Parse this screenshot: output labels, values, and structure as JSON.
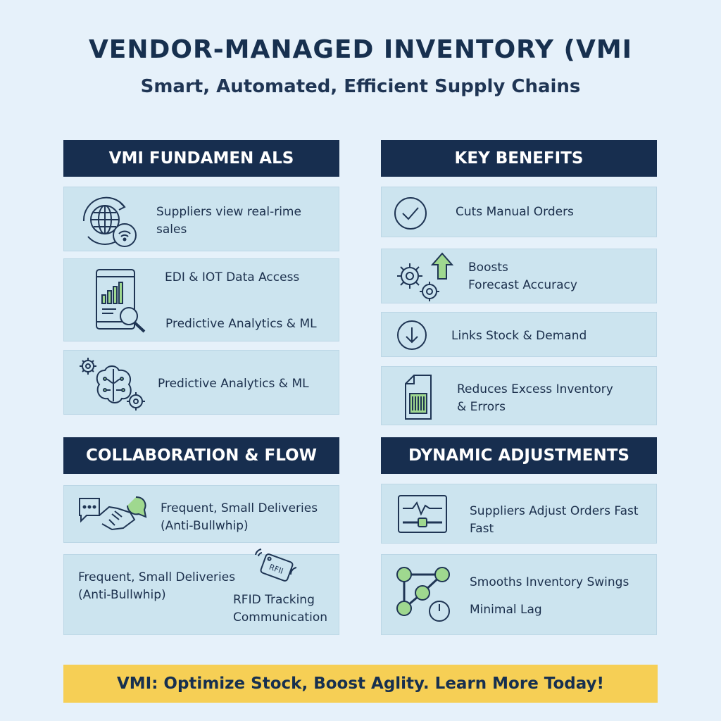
{
  "title": "VENDOR-MANAGED INVENTORY (VMI",
  "subtitle": "Smart, Automated, Efficient Supply Chains",
  "sections": {
    "fundamentals": {
      "header": "VMI FUNDAMEN ALS",
      "cards": [
        {
          "icon": "globe-wifi-icon",
          "lines": [
            "Suppliers view real-rime",
            "sales"
          ]
        },
        {
          "icon": "tablet-analytics-icon",
          "lines": [
            "EDI & IOT Data Access",
            "Predictive Analytics & ML"
          ]
        },
        {
          "icon": "brain-gears-icon",
          "lines": [
            "Predictive Analytics & ML"
          ]
        }
      ]
    },
    "benefits": {
      "header": "KEY BENEFITS",
      "cards": [
        {
          "icon": "check-circle-icon",
          "lines": [
            "Cuts Manual Orders"
          ]
        },
        {
          "icon": "gears-up-arrow-icon",
          "lines": [
            "Boosts",
            "Forecast Accuracy"
          ]
        },
        {
          "icon": "down-arrow-circle-icon",
          "lines": [
            "Links Stock & Demand"
          ]
        },
        {
          "icon": "document-barcode-icon",
          "lines": [
            "Reduces Excess Inventory",
            "& Errors"
          ]
        }
      ]
    },
    "collaboration": {
      "header": "COLLABORATION & FLOW",
      "cards": [
        {
          "icon": "handshake-chat-icon",
          "lines": [
            "Frequent, Small Deliveries",
            "(Anti-Bullwhip)"
          ]
        },
        {
          "icon": "rfid-tag-icon",
          "lines": [
            "Frequent, Small Deliveries",
            "(Anti-Bullwhip)"
          ],
          "rfid_label": "RFII",
          "lines2": [
            "RFID Tracking",
            "Communication"
          ]
        }
      ]
    },
    "dynamic": {
      "header": "DYNAMIC ADJUSTMENTS",
      "cards": [
        {
          "icon": "monitor-slider-icon",
          "lines": [
            "Suppliers Adjust Orders Fast",
            "Fast"
          ]
        },
        {
          "icon": "network-clock-icon",
          "lines": [
            "Smooths Inventory Swings",
            "Minimal Lag"
          ]
        }
      ]
    }
  },
  "footer": "VMI: Optimize Stock, Boost Aglity. Learn More Today!",
  "colors": {
    "background": "#e6f1fa",
    "header_bg": "#172e4f",
    "card_bg": "#cce4ef",
    "accent_green": "#9fd88f",
    "footer_bg": "#f6cf55",
    "ink": "#1b2f4c"
  }
}
